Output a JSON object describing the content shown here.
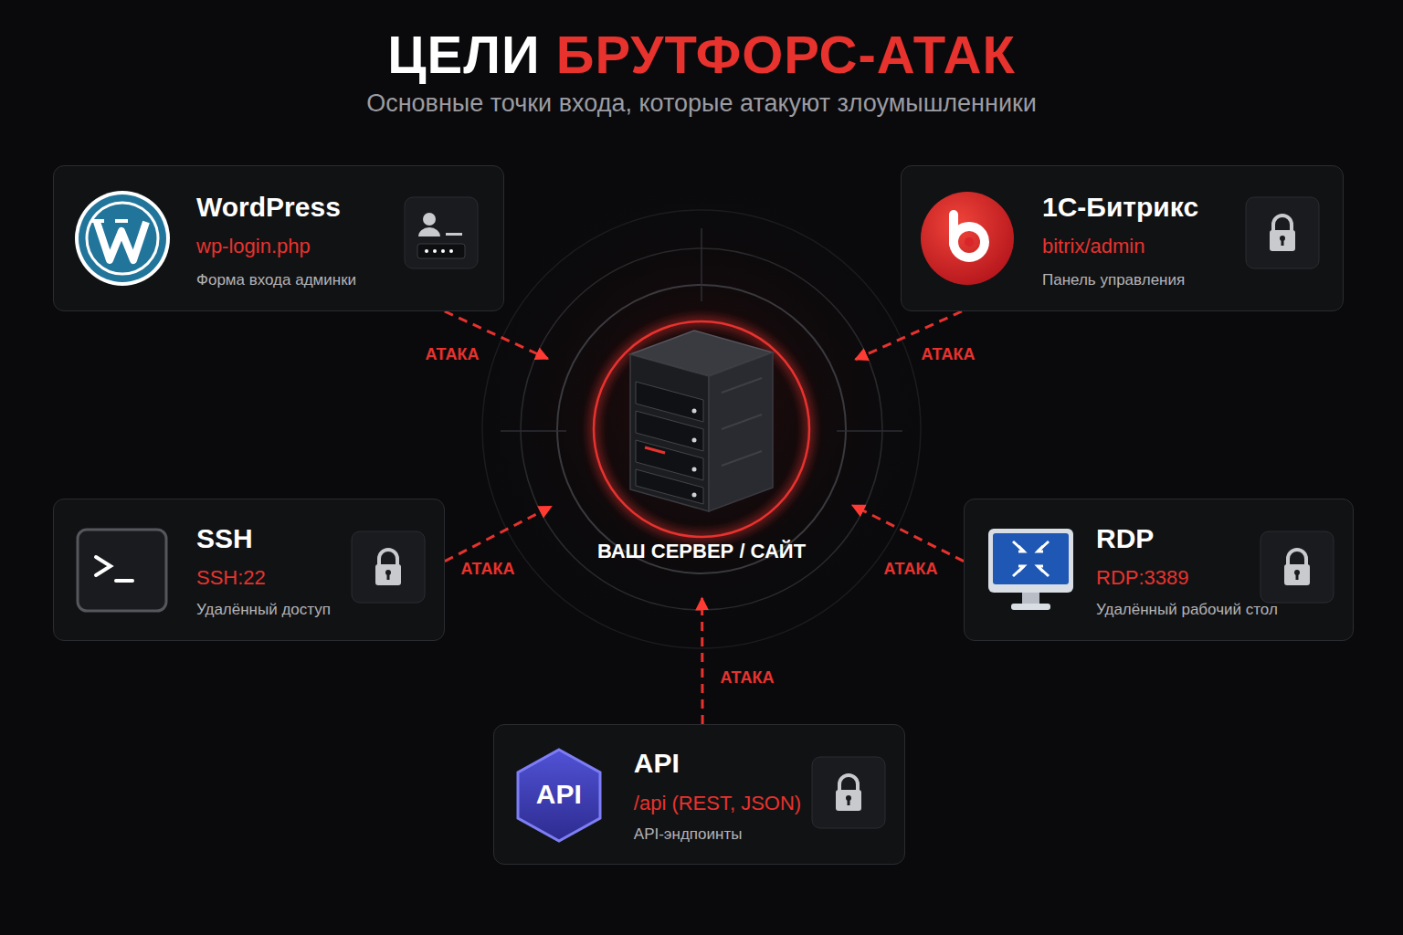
{
  "diagram": {
    "title": "ЦЕЛИ БРУТФОРС-АТАК",
    "nodes": [
      {
        "text": [
          "WordPress",
          "wp-login.php",
          "Форма входа админки"
        ]
      },
      {
        "text": [
          "1С-Битрикс",
          "bitrix/admin",
          "Панель управления"
        ]
      },
      {
        "text": [
          "ВАШ СЕРВЕР / САЙТ"
        ]
      },
      {
        "text": [
          "SSH",
          "SSH:22",
          "Удалённый доступ"
        ]
      },
      {
        "text": [
          "RDP",
          "RDP:3389",
          "Удалённый рабочий стол"
        ]
      },
      {
        "text": [
          "API",
          "/api (REST, JSON)",
          "API-эндпоинты"
        ]
      }
    ],
    "edges": [
      {
        "from": 0,
        "to": 2,
        "label": "АТАКА",
        "arrow": "to"
      },
      {
        "from": 1,
        "to": 2,
        "label": "АТАКА",
        "arrow": "to"
      },
      {
        "from": 3,
        "to": 2,
        "label": "АТАКА",
        "arrow": "to"
      },
      {
        "from": 4,
        "to": 2,
        "label": "АТАКА",
        "arrow": "to"
      },
      {
        "from": 5,
        "to": 2,
        "label": "АТАКА",
        "arrow": "to"
      }
    ],
    "labels": [
      "Основные точки входа, которые атакуют злоумышленники",
      "API"
    ]
  }
}
